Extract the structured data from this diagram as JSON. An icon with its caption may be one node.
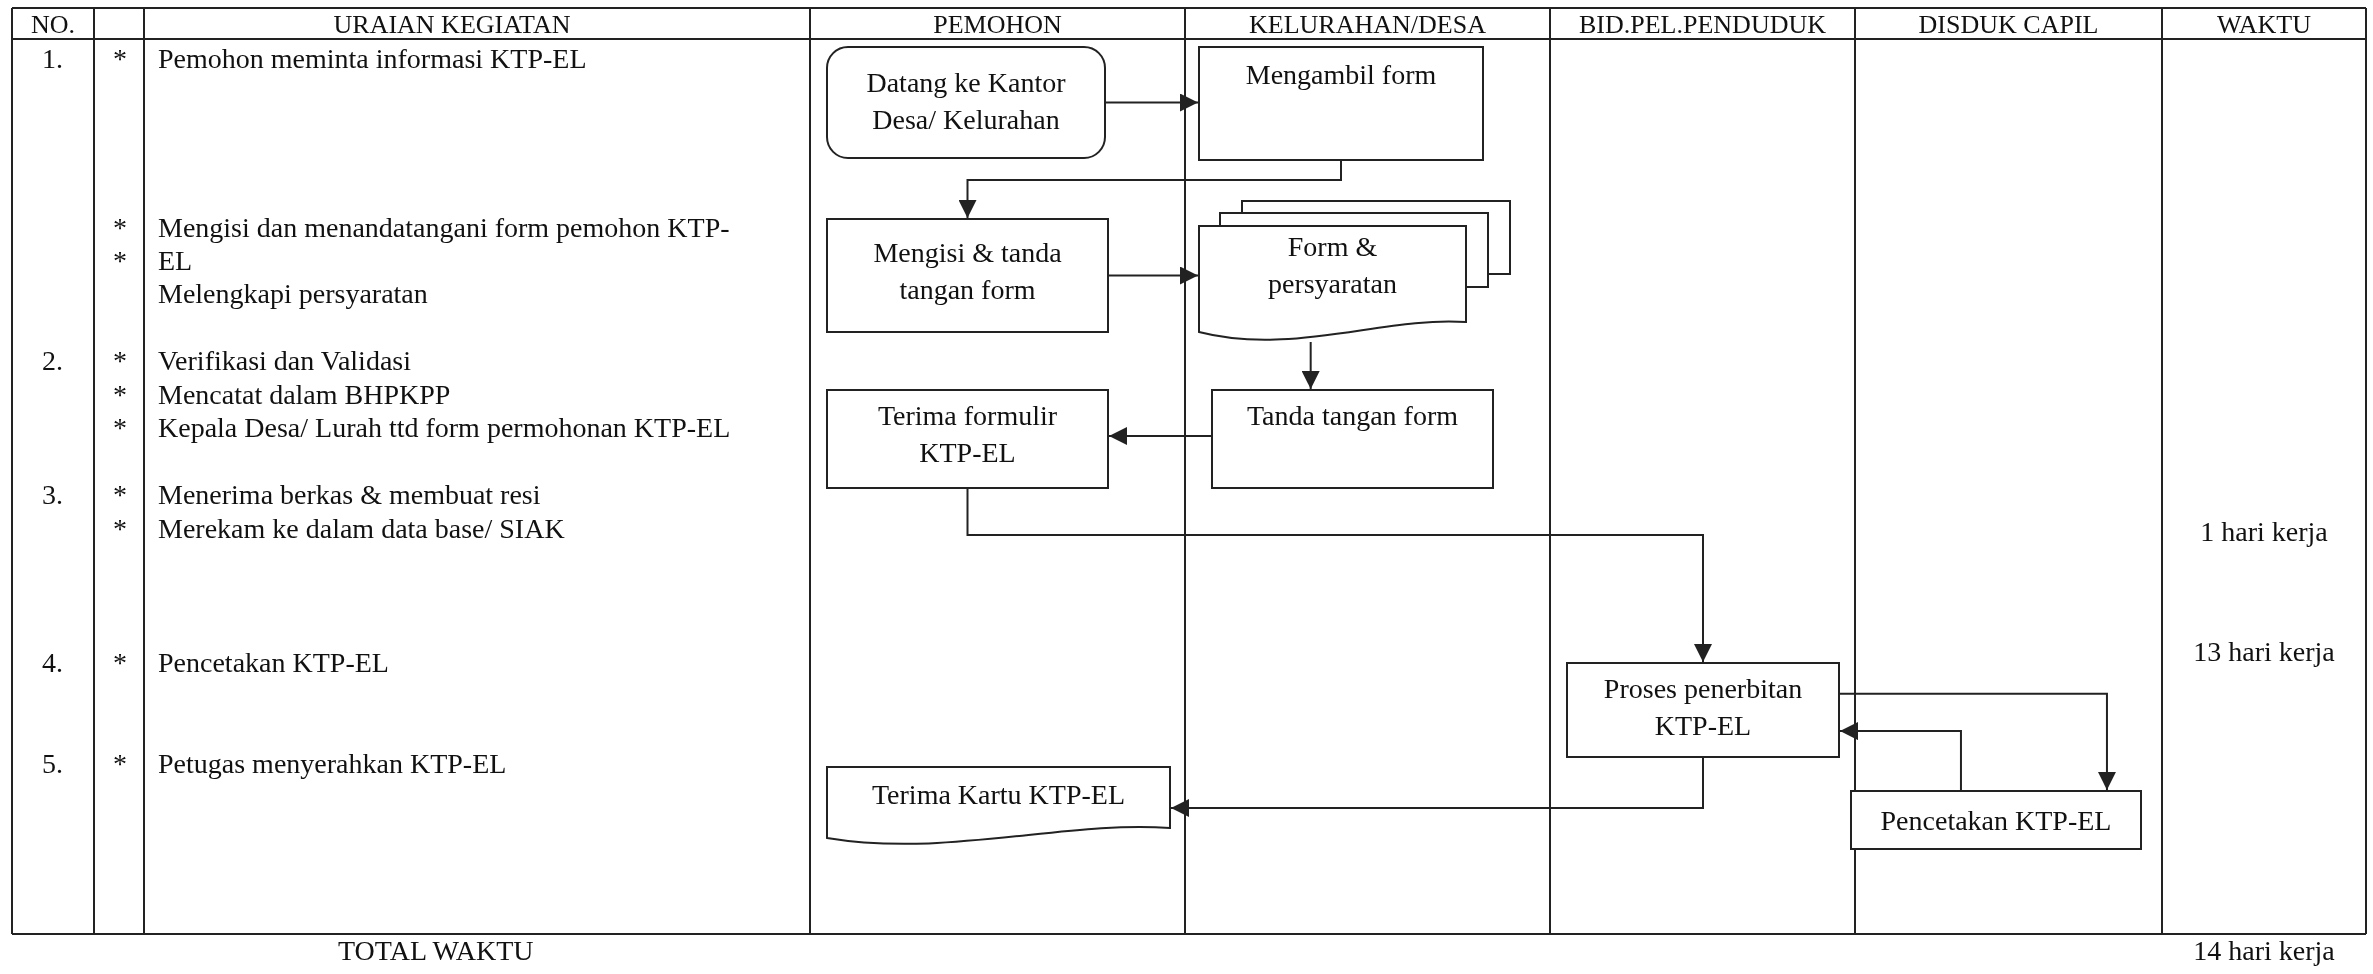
{
  "diagram": {
    "nodes": [
      {
        "text": [
          "Datang ke Kantor Desa/ Kelurahan"
        ]
      },
      {
        "text": [
          "Mengambil form"
        ]
      },
      {
        "text": [
          "Mengisi & tanda tangan form"
        ]
      },
      {
        "text": [
          "Form & persyaratan"
        ]
      },
      {
        "text": [
          "Tanda tangan form"
        ]
      },
      {
        "text": [
          "Terima formulir KTP-EL"
        ]
      },
      {
        "text": [
          "Proses penerbitan KTP-EL"
        ]
      },
      {
        "text": [
          "Pencetakan KTP-EL"
        ]
      },
      {
        "text": [
          "Terima Kartu KTP-EL"
        ]
      }
    ],
    "edges": [
      {
        "from": 0,
        "to": 1,
        "arrow": "to"
      },
      {
        "from": 1,
        "to": 2,
        "arrow": "to"
      },
      {
        "from": 2,
        "to": 3,
        "arrow": "to"
      },
      {
        "from": 3,
        "to": 4,
        "arrow": "to"
      },
      {
        "from": 4,
        "to": 5,
        "arrow": "to"
      },
      {
        "from": 5,
        "to": 6,
        "arrow": "to"
      },
      {
        "from": 6,
        "to": 7,
        "arrow": "to"
      },
      {
        "from": 7,
        "to": 6,
        "arrow": "to"
      },
      {
        "from": 6,
        "to": 8,
        "arrow": "to"
      }
    ],
    "labels": [
      "NO.",
      "URAIAN KEGIATAN",
      "PEMOHON",
      "KELURAHAN/DESA",
      "BID.PEL.PENDUDUK",
      "DISDUK CAPIL",
      "WAKTU",
      "1.",
      "*",
      "Pemohon meminta informasi KTP-EL",
      "*",
      "Mengisi dan menandatangani form pemohon KTP-EL",
      "*",
      "Melengkapi persyaratan",
      "2.",
      "*",
      "Verifikasi dan Validasi",
      "*",
      "Mencatat dalam BHPKPP",
      "*",
      "Kepala Desa/ Lurah ttd form permohonan KTP-EL",
      "3.",
      "*",
      "Menerima berkas & membuat resi",
      "*",
      "Merekam ke dalam data base/ SIAK",
      "1 hari kerja",
      "4.",
      "*",
      "Pencetakan KTP-EL",
      "13 hari kerja",
      "5.",
      "*",
      "Petugas menyerahkan KTP-EL",
      "TOTAL WAKTU",
      "14 hari kerja"
    ]
  }
}
